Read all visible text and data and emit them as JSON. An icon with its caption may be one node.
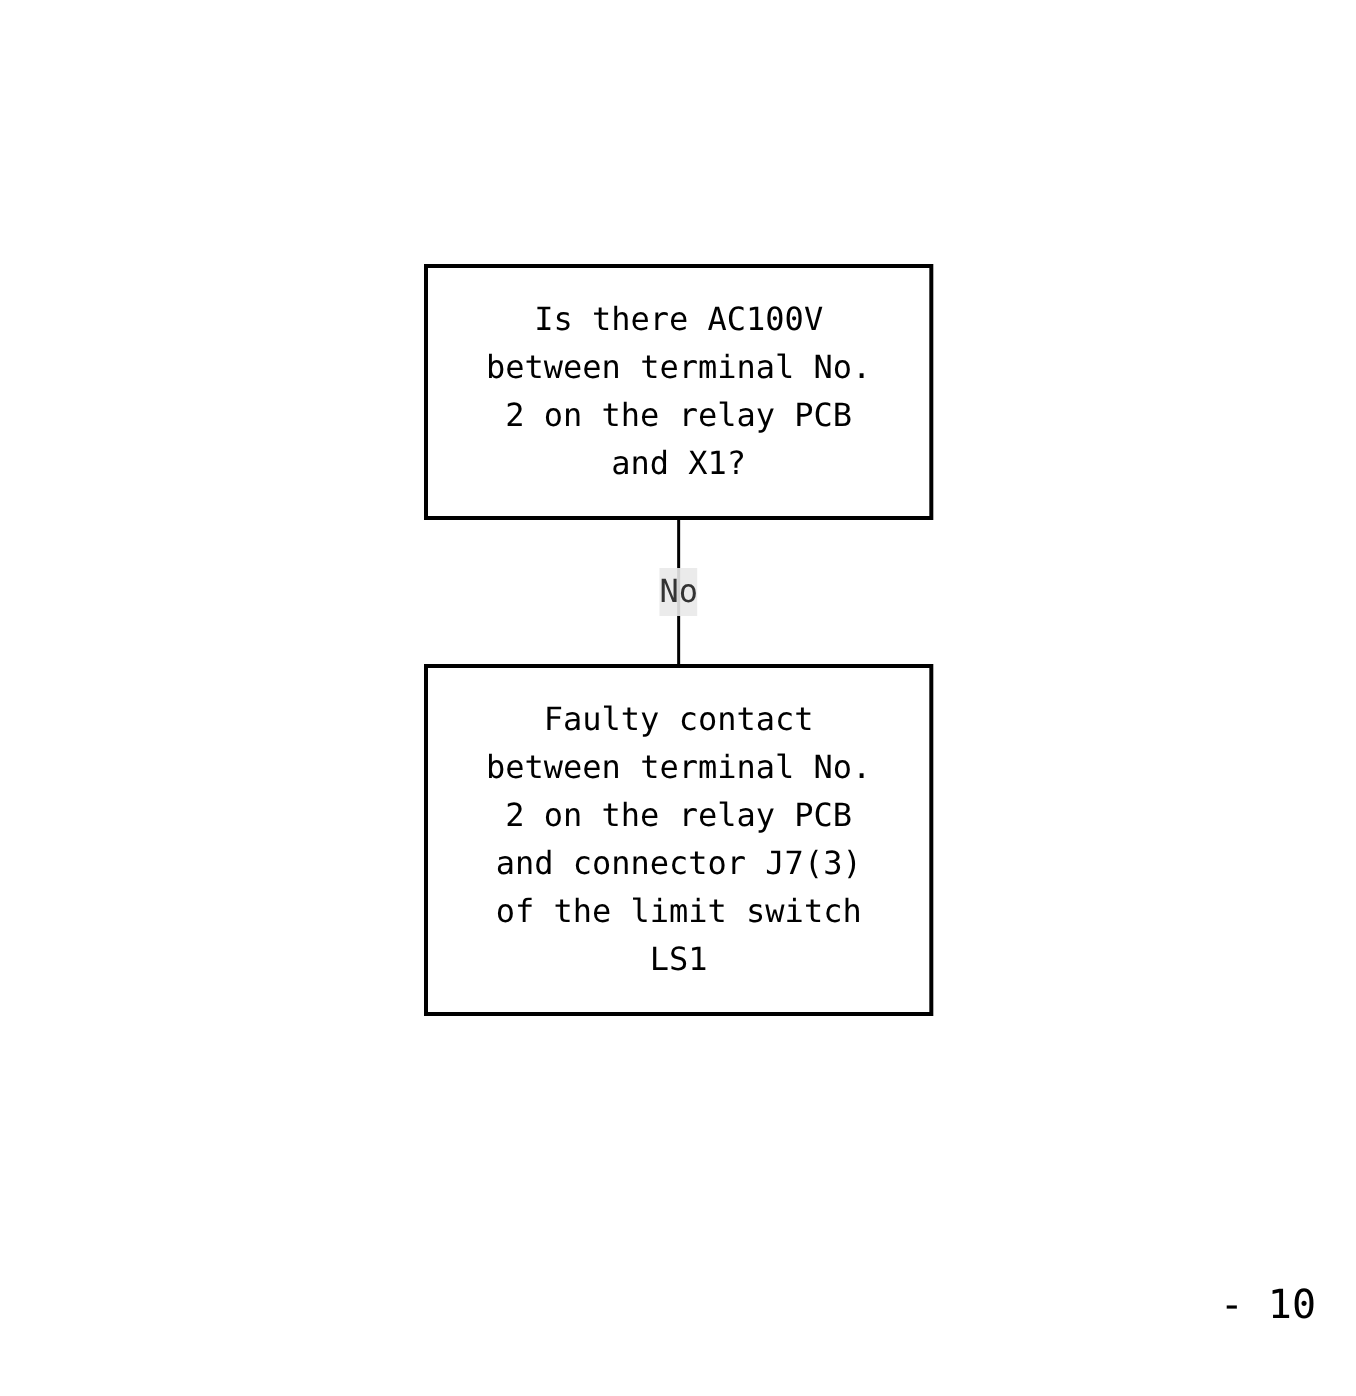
{
  "diagram": {
    "nodes": [
      {
        "text": [
          "Is there AC100V between terminal No. 2 on the relay PCB and X1?"
        ]
      },
      {
        "text": [
          "Faulty contact between terminal No. 2 on the relay PCB and connector J7(3) of the limit switch LS1"
        ]
      }
    ],
    "edges": [
      {
        "from": 0,
        "to": 1,
        "label": "No",
        "arrow": "none"
      }
    ],
    "labels": [
      "- 10"
    ]
  }
}
